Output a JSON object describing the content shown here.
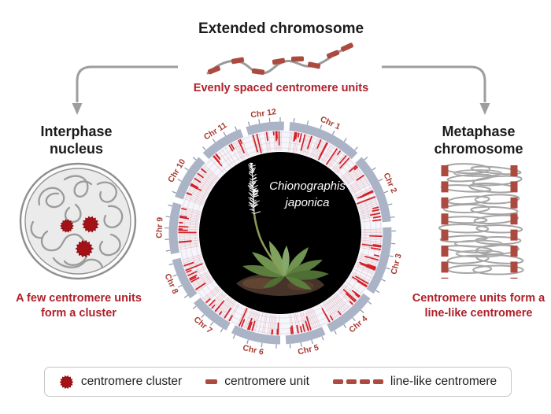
{
  "top": {
    "title": "Extended chromosome",
    "caption": "Evenly spaced centromere units"
  },
  "left_panel": {
    "title_lines": [
      "Interphase",
      "nucleus"
    ],
    "caption_lines": [
      "A few centromere units",
      "form a cluster"
    ]
  },
  "right_panel": {
    "title_lines": [
      "Metaphase",
      "chromosome"
    ],
    "caption_lines": [
      "Centromere units form a",
      "line-like centromere"
    ]
  },
  "center_label": {
    "species_lines": [
      "Chionographis",
      "japonica"
    ]
  },
  "legend": {
    "items": [
      {
        "icon": "centromere-cluster-icon",
        "label": "centromere cluster"
      },
      {
        "icon": "centromere-unit-icon",
        "label": "centromere unit"
      },
      {
        "icon": "line-like-centromere-icon",
        "label": "line-like centromere"
      }
    ]
  },
  "colors": {
    "accent_red": "#b0202a",
    "brick_red": "#ad4a3f",
    "cluster_red": "#a41117",
    "bar_red": "#d22027",
    "hairline_pink": "#dcaeb2",
    "band_gray_blue": "#abb4c6",
    "tick_gray": "#8a94a8",
    "chr_label_red": "#a73a31",
    "line_gray": "#9b9b9b",
    "arrow_gray": "#9e9e9e"
  },
  "chart_data": {
    "type": "circos",
    "title": "Centromere unit distribution across the Chionographis japonica genome",
    "center_image_label": "Chionographis japonica",
    "rings": [
      {
        "name": "ideogram",
        "style": "gray-blue chromosome band with outward tick marks"
      },
      {
        "name": "centromere-units",
        "style": "inward red radial bars of varying height",
        "color": "#d22027"
      }
    ],
    "chromosomes": [
      {
        "label": "Chr 1",
        "start_deg": 5,
        "end_deg": 44
      },
      {
        "label": "Chr 2",
        "start_deg": 47,
        "end_deg": 84
      },
      {
        "label": "Chr 3",
        "start_deg": 87,
        "end_deg": 123
      },
      {
        "label": "Chr 4",
        "start_deg": 126,
        "end_deg": 153
      },
      {
        "label": "Chr 5",
        "start_deg": 156,
        "end_deg": 177
      },
      {
        "label": "Chr 6",
        "start_deg": 180,
        "end_deg": 206
      },
      {
        "label": "Chr 7",
        "start_deg": 209,
        "end_deg": 231
      },
      {
        "label": "Chr 8",
        "start_deg": 234,
        "end_deg": 256
      },
      {
        "label": "Chr 9",
        "start_deg": 259,
        "end_deg": 286
      },
      {
        "label": "Chr 10",
        "start_deg": 289,
        "end_deg": 313
      },
      {
        "label": "Chr 11",
        "start_deg": 316,
        "end_deg": 339
      },
      {
        "label": "Chr 12",
        "start_deg": 342,
        "end_deg": 362
      }
    ]
  }
}
